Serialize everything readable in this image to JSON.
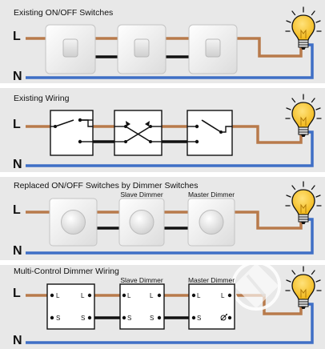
{
  "panels": [
    {
      "title": "Existing  ON/OFF Switches"
    },
    {
      "title": "Existing  Wiring"
    },
    {
      "title": "Replaced ON/OFF Switches by Dimmer Switches",
      "slave_label": "Slave Dimmer",
      "master_label": "Master Dimmer"
    },
    {
      "title": "Multi-Control Dimmer Wiring",
      "slave_label": "Slave Dimmer",
      "master_label": "Master Dimmer"
    }
  ],
  "line_label": "L",
  "neutral_label": "N",
  "terminal_labels": {
    "l": "L",
    "s": "S"
  },
  "colors": {
    "live_wire": "#b87a4b",
    "neutral_wire": "#3f6fc6",
    "black_wire": "#111111",
    "panel_bg": "#e8e8e8",
    "bulb": "#f7c21e"
  }
}
